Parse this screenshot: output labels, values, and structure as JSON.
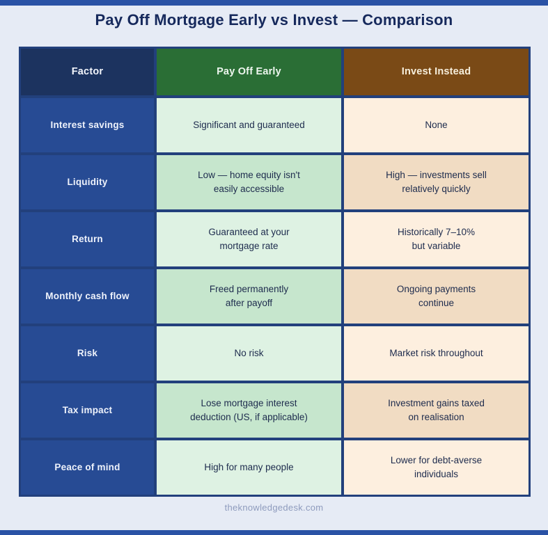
{
  "page": {
    "title": "Pay Off Mortgage Early vs Invest — Comparison",
    "footer": "theknowledgedesk.com"
  },
  "table": {
    "headers": [
      {
        "label": "Factor"
      },
      {
        "label": "Pay Off Early"
      },
      {
        "label": "Invest Instead"
      }
    ],
    "rows": [
      {
        "factor": "Interest savings",
        "pay_off": "Significant and guaranteed",
        "invest": "None"
      },
      {
        "factor": "Liquidity",
        "pay_off": "Low — home equity isn't\neasily accessible",
        "invest": "High — investments sell\nrelatively quickly"
      },
      {
        "factor": "Return",
        "pay_off": "Guaranteed at your\nmortgage rate",
        "invest": "Historically 7–10%\nbut variable"
      },
      {
        "factor": "Monthly cash flow",
        "pay_off": "Freed permanently\nafter payoff",
        "invest": "Ongoing payments\ncontinue"
      },
      {
        "factor": "Risk",
        "pay_off": "No risk",
        "invest": "Market risk throughout"
      },
      {
        "factor": "Tax impact",
        "pay_off": "Lose mortgage interest\ndeduction (US, if applicable)",
        "invest": "Investment gains taxed\non realisation"
      },
      {
        "factor": "Peace of mind",
        "pay_off": "High for many people",
        "invest": "Lower for debt-averse\nindividuals"
      }
    ]
  },
  "chart_data": {
    "type": "table",
    "title": "Pay Off Mortgage Early vs Invest — Comparison",
    "columns": [
      "Factor",
      "Pay Off Early",
      "Invest Instead"
    ],
    "rows": [
      [
        "Interest savings",
        "Significant and guaranteed",
        "None"
      ],
      [
        "Liquidity",
        "Low — home equity isn't easily accessible",
        "High — investments sell relatively quickly"
      ],
      [
        "Return",
        "Guaranteed at your mortgage rate",
        "Historically 7–10% but variable"
      ],
      [
        "Monthly cash flow",
        "Freed permanently after payoff",
        "Ongoing payments continue"
      ],
      [
        "Risk",
        "No risk",
        "Market risk throughout"
      ],
      [
        "Tax impact",
        "Lose mortgage interest deduction (US, if applicable)",
        "Investment gains taxed on realisation"
      ],
      [
        "Peace of mind",
        "High for many people",
        "Lower for debt-averse individuals"
      ]
    ],
    "legend_position": "none",
    "grid": "navy cell borders"
  },
  "colors": {
    "page_background": "#e6ebf5",
    "accent_bar": "#2a52a5",
    "title_text": "#16295c",
    "header_factor_bg": "#1c335f",
    "header_payoff_bg": "#2a6e35",
    "header_invest_bg": "#7a4a16",
    "factor_cell_bg": "#274b94",
    "payoff_cell_light": "#def2e3",
    "payoff_cell_dark": "#c6e6cd",
    "invest_cell_light": "#fdefdf",
    "invest_cell_dark": "#f1dcc3",
    "table_border": "#22407c",
    "body_text": "#1d2b4d",
    "footer_text": "#8e9bbd"
  }
}
